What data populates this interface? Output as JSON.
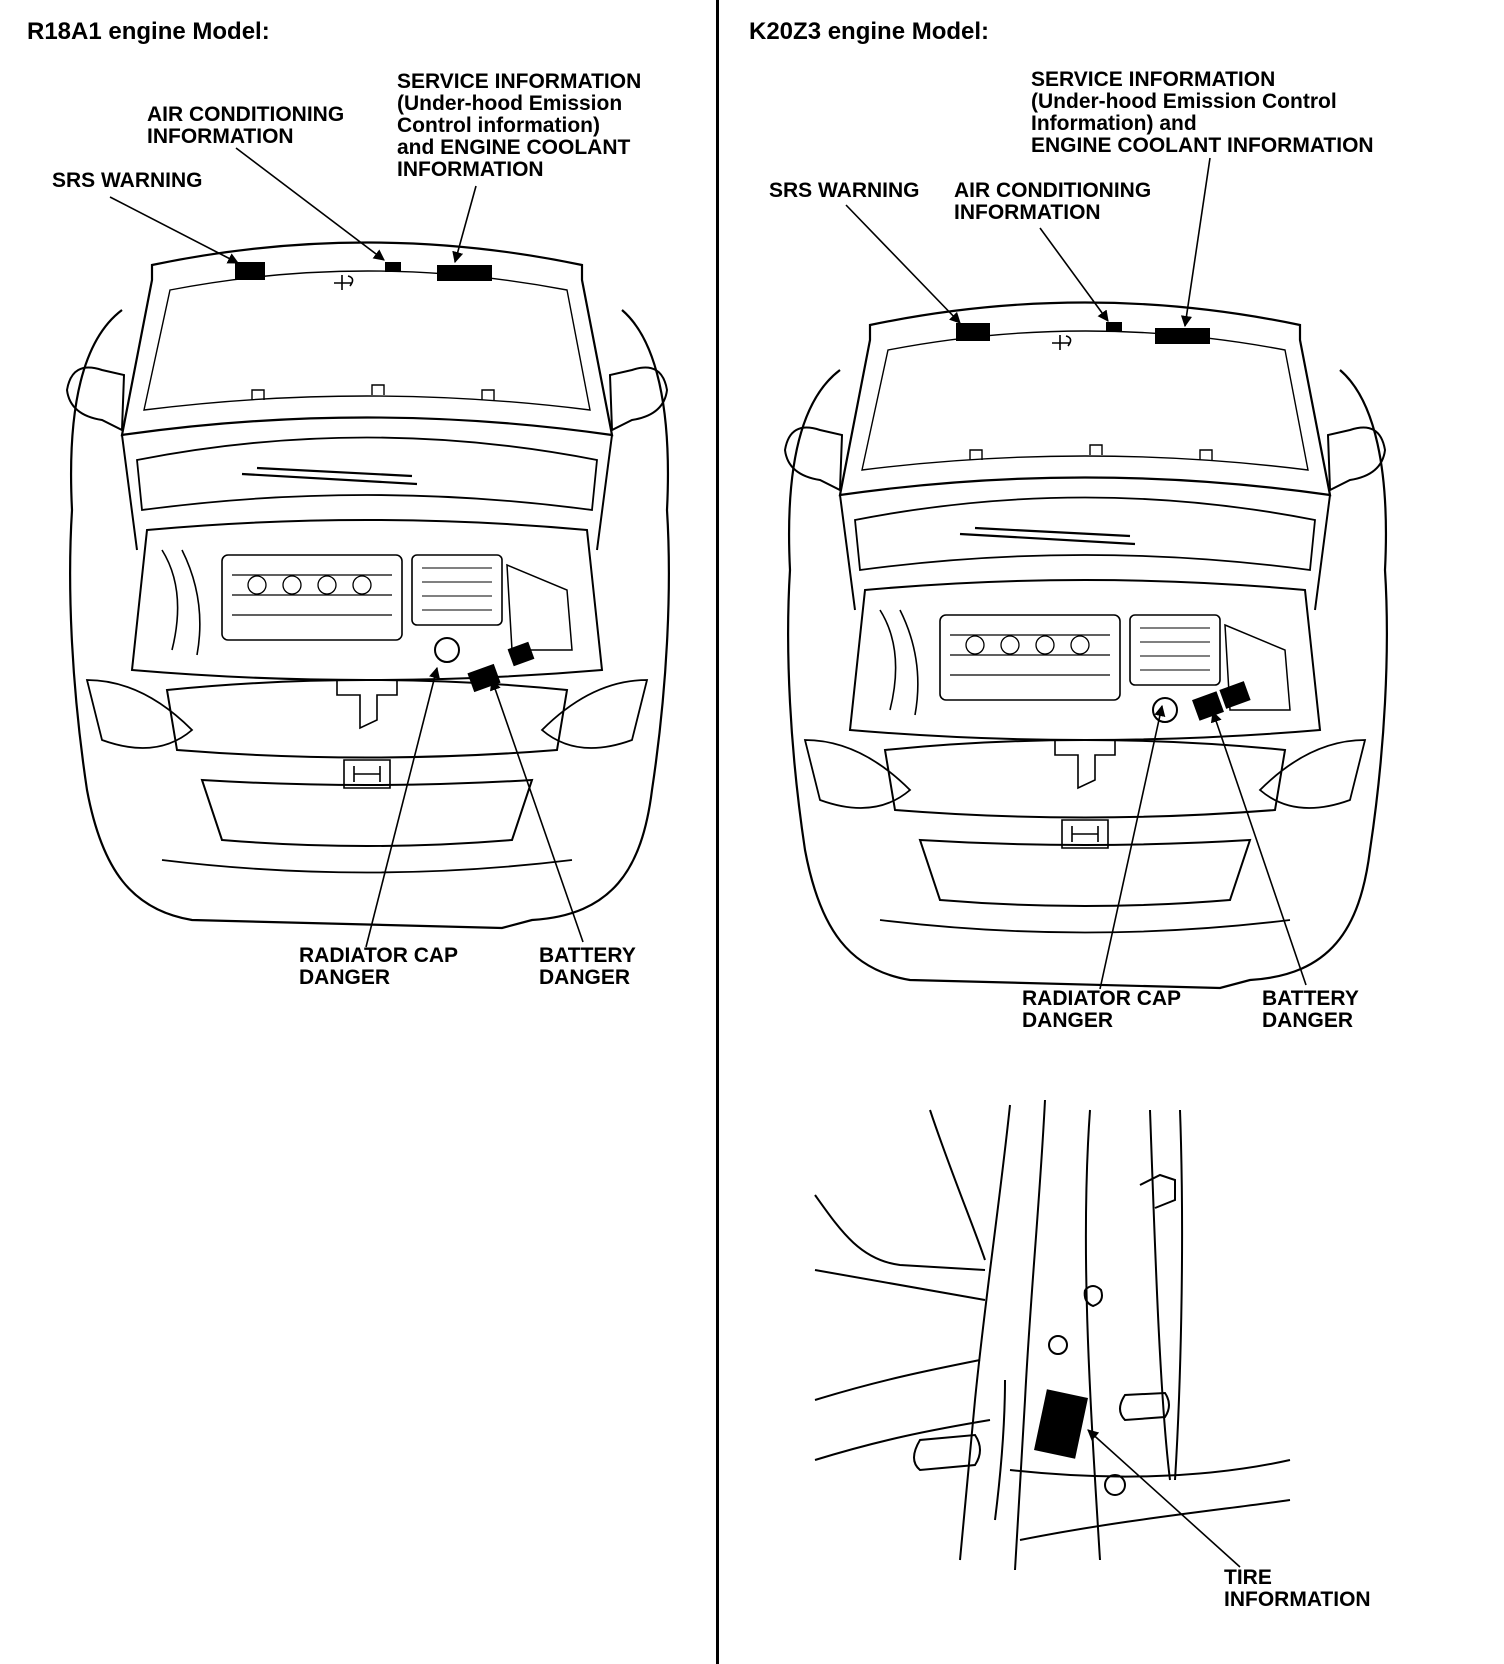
{
  "left_panel": {
    "heading": "R18A1 engine Model:",
    "labels": {
      "srs_warning": "SRS WARNING",
      "air_conditioning": "AIR CONDITIONING\nINFORMATION",
      "service_information": "SERVICE INFORMATION\n(Under-hood Emission\nControl information)\nand ENGINE COOLANT\nINFORMATION",
      "radiator_cap": "RADIATOR CAP\nDANGER",
      "battery": "BATTERY\nDANGER"
    }
  },
  "right_panel": {
    "heading": "K20Z3 engine Model:",
    "labels": {
      "srs_warning": "SRS WARNING",
      "air_conditioning": "AIR CONDITIONING\nINFORMATION",
      "service_information": "SERVICE INFORMATION\n(Under-hood Emission Control\nInformation) and\nENGINE COOLANT INFORMATION",
      "radiator_cap": "RADIATOR CAP\nDANGER",
      "battery": "BATTERY\nDANGER",
      "tire_information": "TIRE\nINFORMATION"
    }
  }
}
